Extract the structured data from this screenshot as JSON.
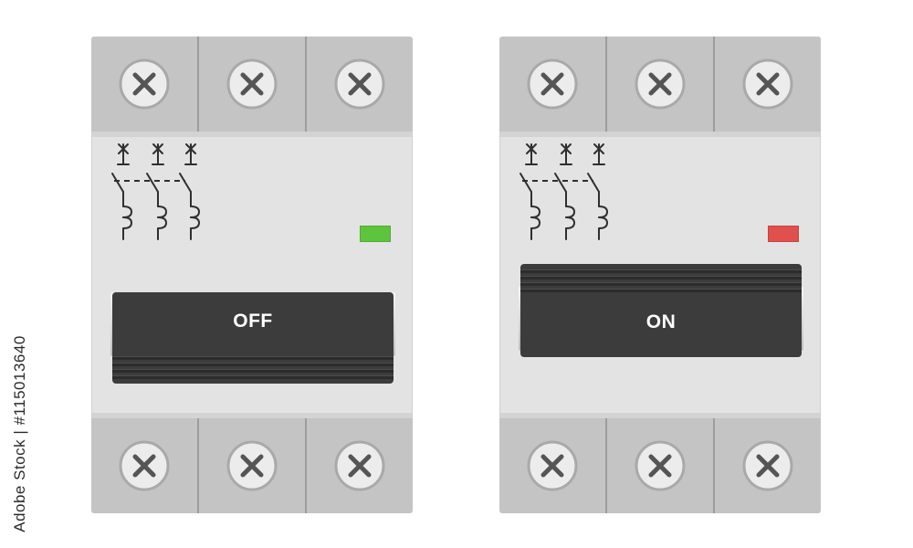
{
  "stock_id": "Adobe Stock | #115013640",
  "breakers": [
    {
      "label": "OFF",
      "state": "off",
      "indicator_color": "#5ec43e"
    },
    {
      "label": "ON",
      "state": "on",
      "indicator_color": "#e0504c"
    }
  ],
  "icons": {
    "screw": "screw-x-icon",
    "schematic": "three-pole-breaker-symbol-icon"
  },
  "colors": {
    "terminal": "#c4c4c4",
    "body": "#e3e3e3",
    "handle": "#3c3c3c"
  }
}
